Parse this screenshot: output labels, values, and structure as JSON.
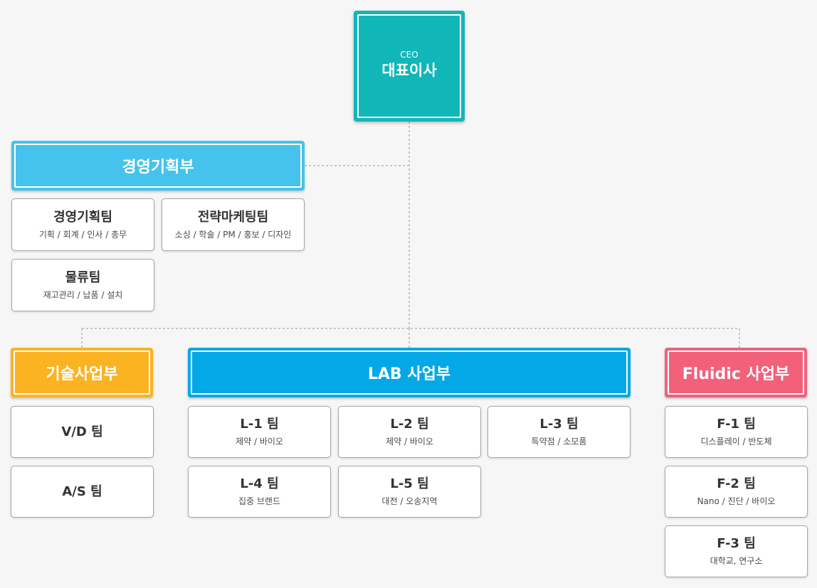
{
  "colors": {
    "ceo": "#11b6b9",
    "management": "#45c3ec",
    "tech": "#fbb321",
    "lab": "#05a8e7",
    "fluidic": "#f2607a",
    "connector": "#c6c6c6"
  },
  "ceo": {
    "subtitle": "CEO",
    "title": "대표이사"
  },
  "management": {
    "title": "경영기획부",
    "teams": [
      {
        "name": "경영기획팀",
        "desc": "기획 / 회계 / 인사 / 총무"
      },
      {
        "name": "전략마케팅팀",
        "desc": "소싱 / 학술 / PM / 홍보 / 디자인"
      },
      {
        "name": "물류팀",
        "desc": "재고관리 / 납품 / 설치"
      }
    ]
  },
  "tech": {
    "title": "기술사업부",
    "teams": [
      {
        "name": "V/D 팀"
      },
      {
        "name": "A/S 팀"
      }
    ]
  },
  "lab": {
    "title": "LAB 사업부",
    "teams": [
      {
        "name": "L-1 팀",
        "desc": "제약 / 바이오"
      },
      {
        "name": "L-2 팀",
        "desc": "제약 / 바이오"
      },
      {
        "name": "L-3 팀",
        "desc": "특약점 / 소모품"
      },
      {
        "name": "L-4 팀",
        "desc": "집중 브랜드"
      },
      {
        "name": "L-5 팀",
        "desc": "대전 / 오송지역"
      }
    ]
  },
  "fluidic": {
    "title": "Fluidic 사업부",
    "teams": [
      {
        "name": "F-1 팀",
        "desc": "디스플레이 / 반도체"
      },
      {
        "name": "F-2 팀",
        "desc": "Nano / 진단 / 바이오"
      },
      {
        "name": "F-3 팀",
        "desc": "대학교, 연구소"
      }
    ]
  }
}
